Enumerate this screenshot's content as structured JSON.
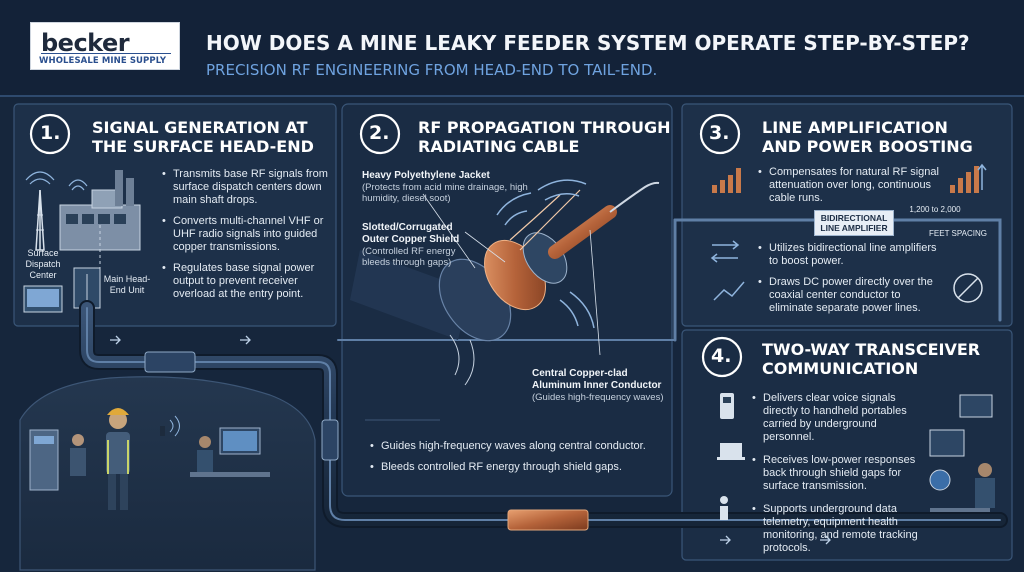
{
  "logo": {
    "brand": "becker",
    "tagline": "WHOLESALE MINE SUPPLY"
  },
  "header": {
    "title": "HOW DOES A MINE LEAKY FEEDER SYSTEM OPERATE STEP-BY-STEP?",
    "subtitle": "PRECISION RF ENGINEERING FROM HEAD-END TO TAIL-END."
  },
  "panel1": {
    "number": "1.",
    "title_line1": "SIGNAL GENERATION AT",
    "title_line2": "THE SURFACE HEAD-END",
    "label_dispatch": "Surface Dispatch Center",
    "label_headend": "Main Head-End Unit",
    "bullets": [
      "Transmits base RF signals from surface dispatch centers down main shaft drops.",
      "Converts multi-channel VHF or UHF radio signals into guided copper transmissions.",
      "Regulates base signal power output to prevent receiver overload at the entry point."
    ]
  },
  "panel2": {
    "number": "2.",
    "title_line1": "RF PROPAGATION THROUGH",
    "title_line2": "RADIATING CABLE",
    "label_jacket": "Heavy Polyethylene Jacket",
    "label_jacket_sub": "(Protects from acid mine drainage, high humidity, diesel soot)",
    "label_shield": "Slotted/Corrugated Outer Copper Shield",
    "label_shield_sub": "(Controlled RF energy bleeds through gaps)",
    "label_conductor": "Central Copper-clad Aluminum Inner Conductor",
    "label_conductor_sub": "(Guides high-frequency waves)",
    "bullets": [
      "Guides high-frequency waves along central conductor.",
      "Bleeds controlled RF energy through shield gaps."
    ]
  },
  "panel3": {
    "number": "3.",
    "title_line1": "LINE AMPLIFICATION",
    "title_line2": "AND POWER BOOSTING",
    "badge": "BIDIRECTIONAL LINE AMPLIFIER",
    "spacing_value": "1,200 to 2,000",
    "spacing_label": "FEET SPACING",
    "bullets": [
      "Compensates for natural RF signal attenuation over long, continuous cable runs.",
      "Utilizes bidirectional line amplifiers to boost power.",
      "Draws DC power directly over the coaxial center conductor to eliminate separate power lines."
    ]
  },
  "panel4": {
    "number": "4.",
    "title_line1": "TWO-WAY TRANSCEIVER",
    "title_line2": "COMMUNICATION",
    "bullets": [
      "Delivers clear voice signals directly to handheld portables carried by underground personnel.",
      "Receives low-power responses back through shield gaps for surface transmission.",
      "Supports underground data telemetry, equipment health monitoring, and remote tracking protocols."
    ]
  },
  "colors": {
    "background": "#16263c",
    "accent": "#6fa3e0",
    "copper": "#c8794a",
    "panel": "#1d3049"
  }
}
